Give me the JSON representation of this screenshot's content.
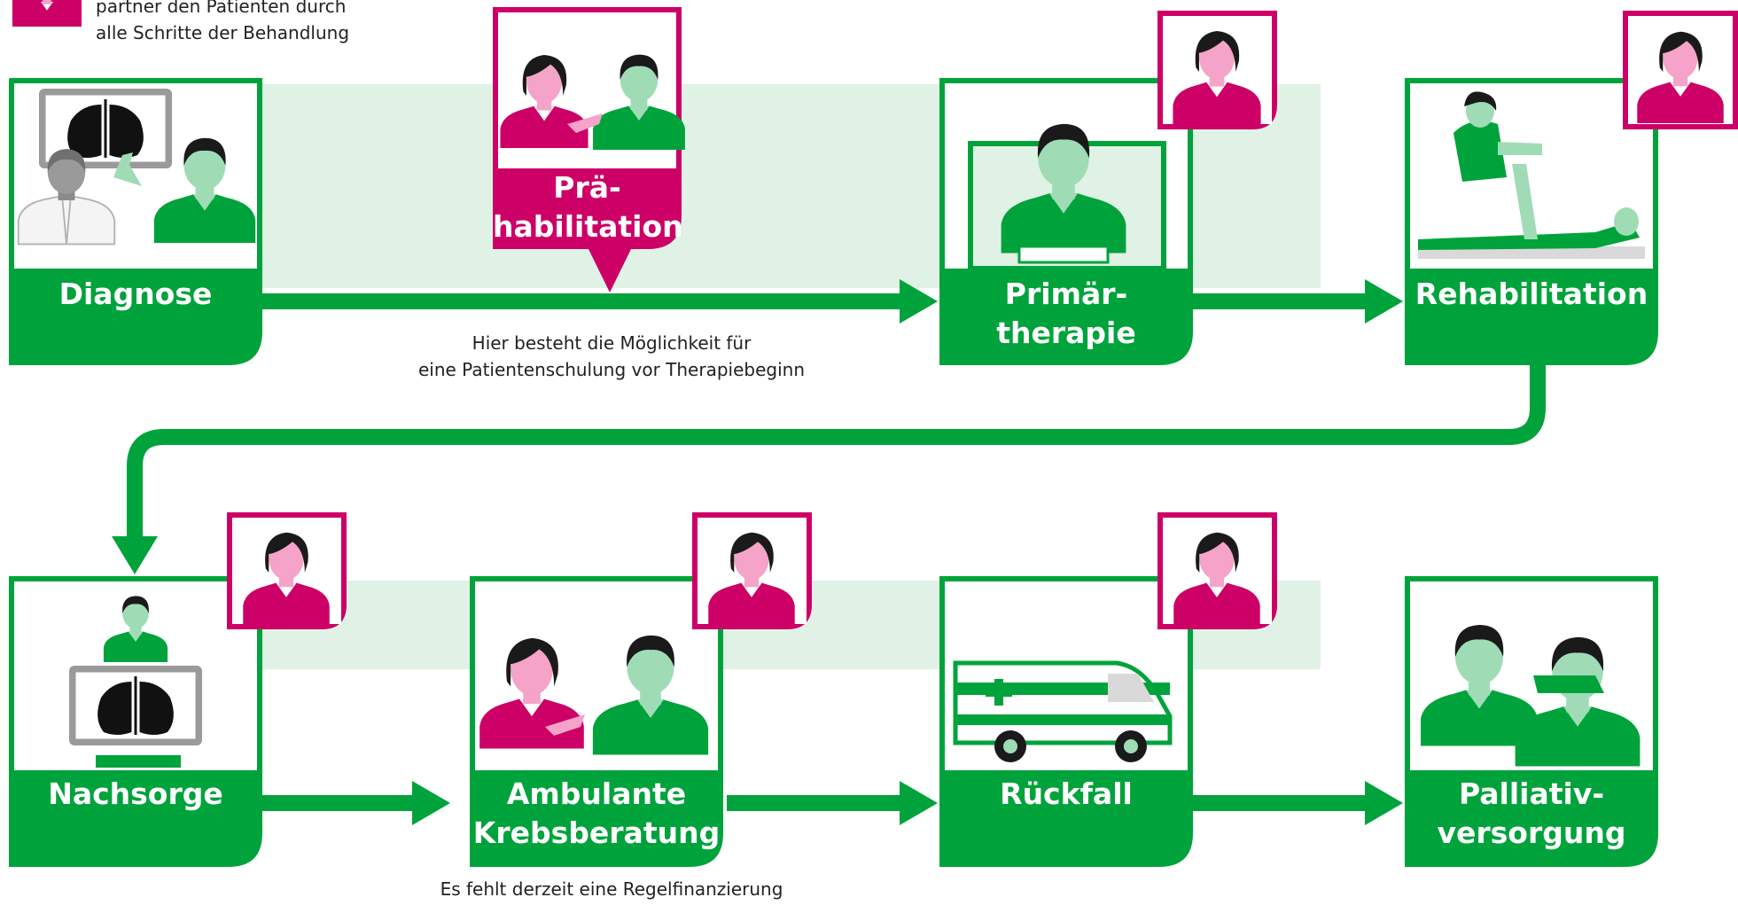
{
  "colors": {
    "green": "#00a33b",
    "light_green": "#dff2e5",
    "magenta": "#cc0066",
    "patient_skin": "#9fdcb6",
    "nurse_skin": "#f5a3c8",
    "hair": "#1a1a1a"
  },
  "legend": {
    "text": "partner den Patienten durch\nalle Schritte der Behandlung",
    "icon": "nurse-portrait-icon"
  },
  "steps": [
    {
      "label": "Diagnose",
      "icon": "xray-doctor-patient-icon",
      "companion": false
    },
    {
      "label": "Prä-\nhabilitation",
      "icon": "nurse-patient-conversation-icon",
      "companion": false
    },
    {
      "label": "Primär-\ntherapie",
      "icon": "patient-in-bed-icon",
      "companion": true
    },
    {
      "label": "Rehabilitation",
      "icon": "physiotherapy-icon",
      "companion": true
    },
    {
      "label": "Nachsorge",
      "icon": "patient-xray-monitor-icon",
      "companion": true
    },
    {
      "label": "Ambulante\nKrebsberatung",
      "icon": "nurse-patient-conversation-icon",
      "companion": true
    },
    {
      "label": "Rückfall",
      "icon": "ambulance-icon",
      "companion": true
    },
    {
      "label": "Palliativ-\nversorgung",
      "icon": "caregiver-patient-icon",
      "companion": false
    }
  ],
  "notes": {
    "prehabilitation": "Hier besteht die Möglichkeit für\neine Patientenschulung vor Therapiebeginn",
    "counseling": "Es fehlt derzeit eine Regelfinanzierung"
  }
}
